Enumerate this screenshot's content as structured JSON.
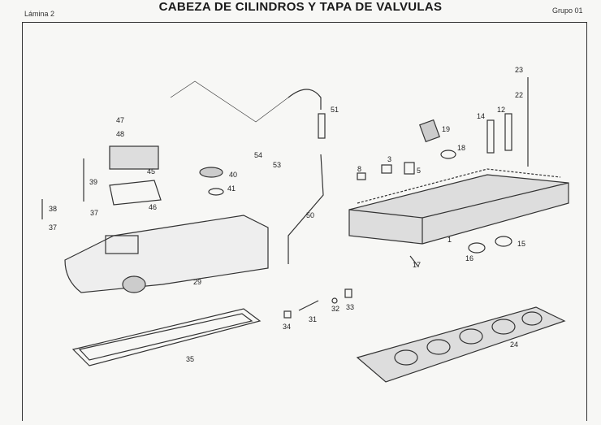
{
  "header": {
    "sheet": "Lámina 2",
    "title": "CABEZA DE CILINDROS Y TAPA DE VALVULAS",
    "group": "Grupo 01"
  },
  "part_labels": [
    "23",
    "22",
    "14",
    "12",
    "19",
    "18",
    "51",
    "47",
    "48",
    "54",
    "53",
    "3",
    "8",
    "5",
    "39",
    "40",
    "41",
    "45",
    "46",
    "38",
    "37",
    "37",
    "50",
    "1",
    "15",
    "16",
    "17",
    "29",
    "31",
    "32",
    "33",
    "34",
    "35",
    "24"
  ]
}
